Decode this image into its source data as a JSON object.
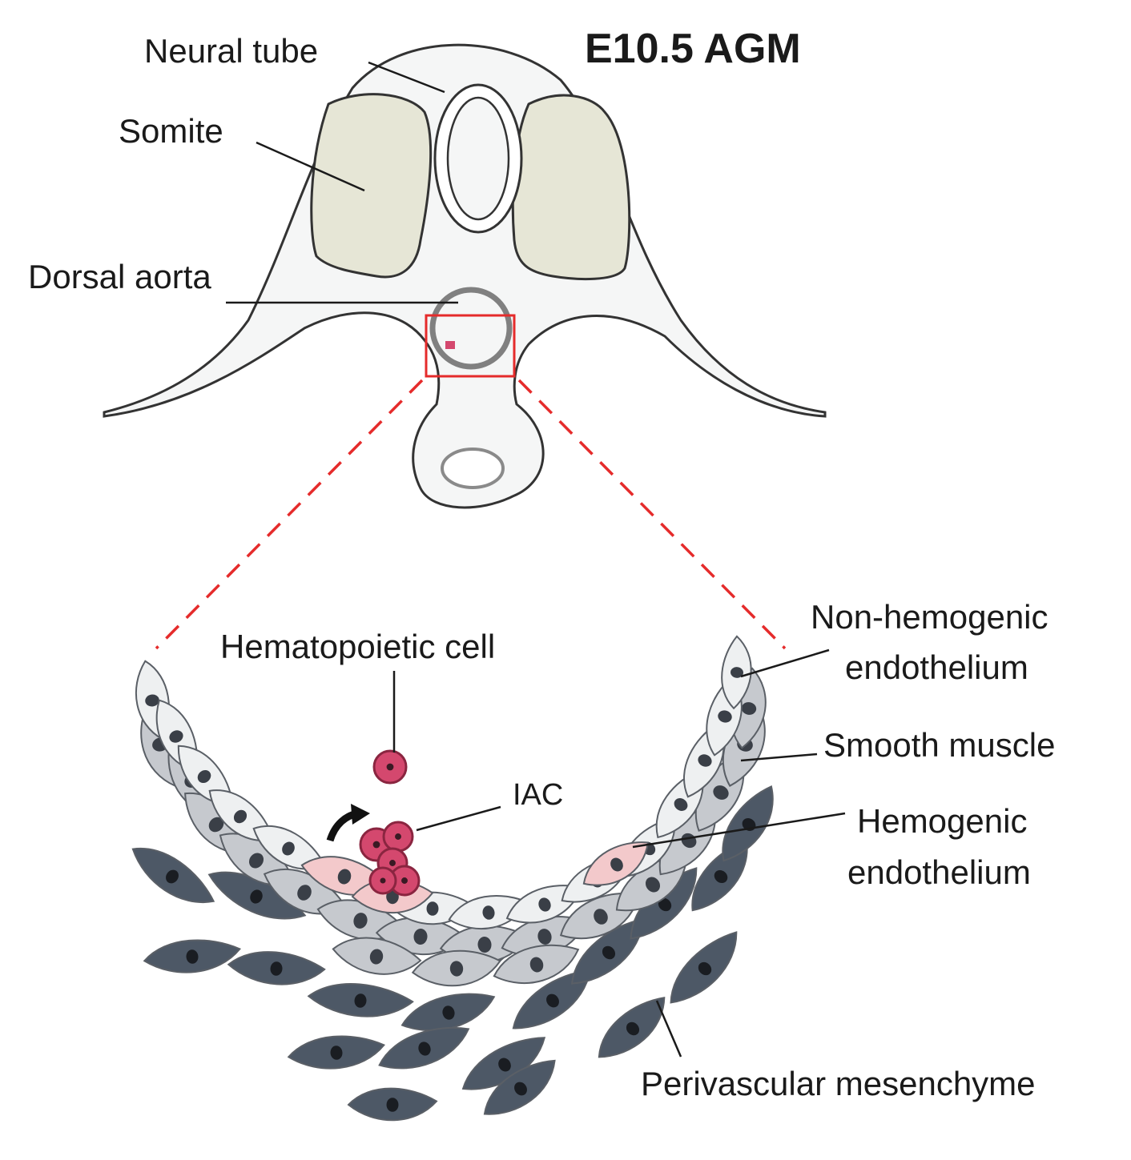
{
  "title": "E10.5 AGM",
  "labels": {
    "neural_tube": "Neural tube",
    "somite": "Somite",
    "dorsal_aorta": "Dorsal aorta",
    "hematopoietic_cell": "Hematopoietic cell",
    "iac": "IAC",
    "non_hemogenic_line1": "Non-hemogenic",
    "non_hemogenic_line2": "endothelium",
    "smooth_muscle": "Smooth muscle",
    "hemogenic_line1": "Hemogenic",
    "hemogenic_line2": "endothelium",
    "perivascular": "Perivascular mesenchyme"
  },
  "colors": {
    "tissue": "#f5f6f6",
    "somite": "#e6e6d6",
    "aorta_wall": "#808080",
    "zoom_box": "#e52b2b",
    "endothelium": "#eef0f1",
    "smooth_muscle": "#c6c9ce",
    "hemogenic": "#f3c9cb",
    "hematopoietic": "#d4486e",
    "mesenchyme": "#4d5866",
    "nucleus": "#3a3f47"
  }
}
